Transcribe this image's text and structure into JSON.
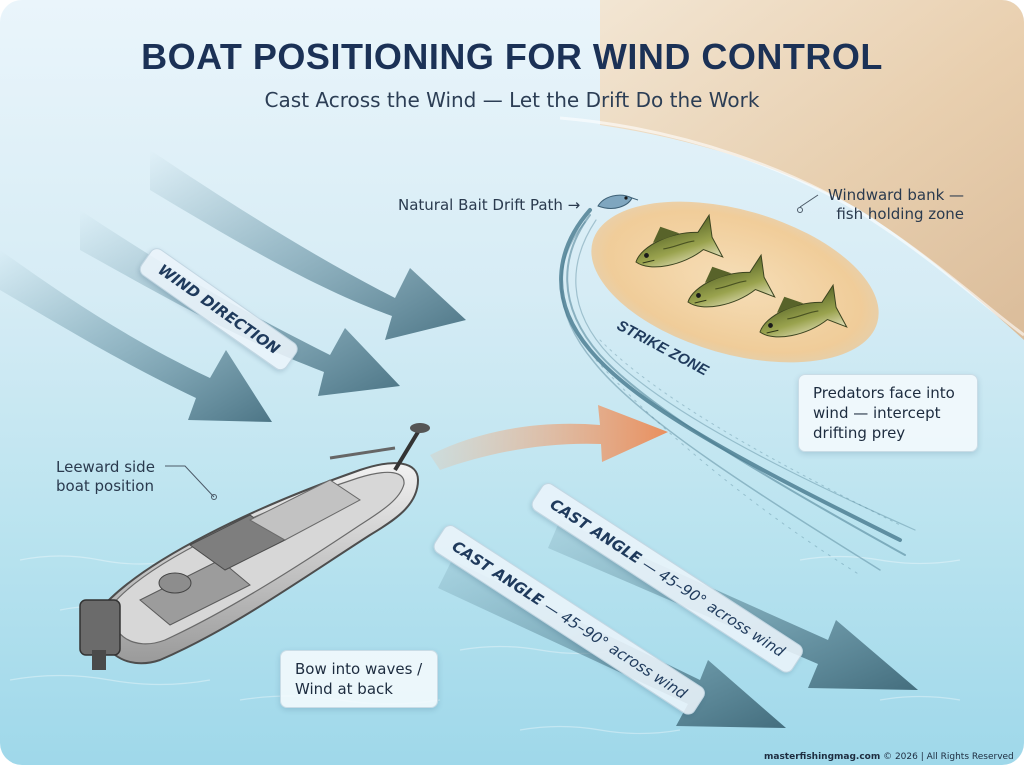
{
  "header": {
    "title": "BOAT POSITIONING FOR WIND CONTROL",
    "subtitle": "Cast Across the Wind — Let the Drift Do the Work"
  },
  "labels": {
    "wind_direction": "WIND DIRECTION",
    "strike_zone": "STRIKE ZONE",
    "bait_drift": "Natural Bait Drift Path →",
    "windward_line1": "Windward bank —",
    "windward_line2": "fish holding zone",
    "leeward_line1": "Leeward side",
    "leeward_line2": "boat position",
    "predators_line1": "Predators face into",
    "predators_line2": "wind — intercept",
    "predators_line3": "drifting prey",
    "bow_line1": "Bow into waves /",
    "bow_line2": "Wind at back",
    "cast1_bold": "CAST ANGLE",
    "cast1_rest": " — 45–90° across wind",
    "cast2_bold": "CAST ANGLE",
    "cast2_rest": " — 45–90° across wind"
  },
  "footer": {
    "site": "masterfishingmag.com",
    "rest": " © 2026 | All Rights Reserved"
  },
  "colors": {
    "title": "#1b3156",
    "wind_arrow": "#4f7f91",
    "cast_arrow": "#466f80",
    "current_arrow": "#e9976a",
    "shore": "#e6c59e",
    "strike_zone": "#f4cc95"
  },
  "icons": [
    "fish-icon",
    "lure-icon",
    "boat-icon"
  ]
}
